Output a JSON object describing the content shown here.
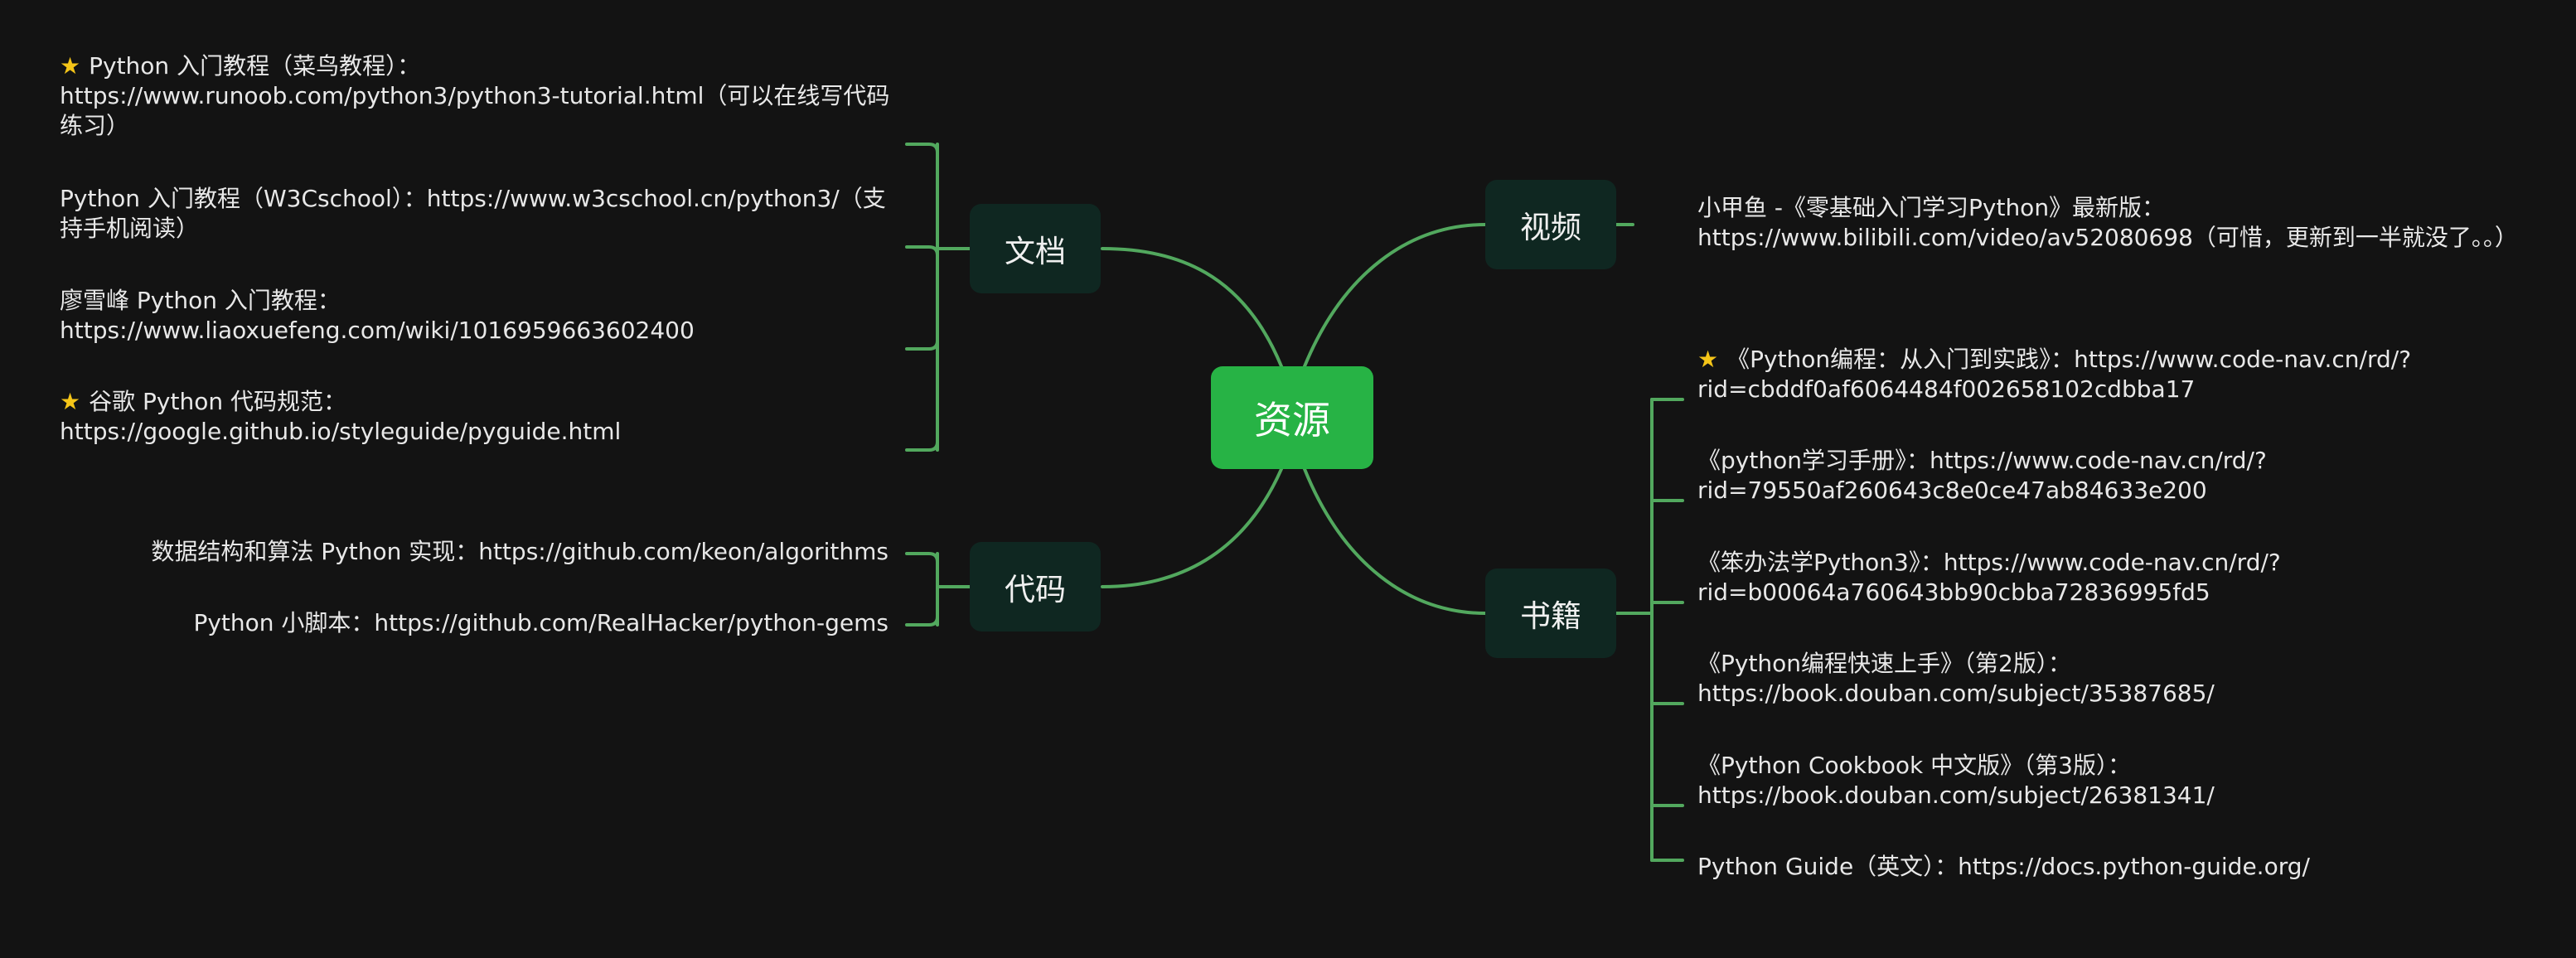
{
  "colors": {
    "background": "#131313",
    "root": "#27b345",
    "branch": "#0f2721",
    "line": "#52a85e",
    "star": "#f5c518"
  },
  "root": {
    "label": "资源"
  },
  "branches": {
    "docs": {
      "label": "文档",
      "items": [
        {
          "starred": true,
          "lines": [
            "Python 入门教程（菜鸟教程）：",
            "https://www.runoob.com/python3/python3-tutorial.html（可以在线写代码",
            "练习）"
          ]
        },
        {
          "starred": false,
          "lines": [
            "Python 入门教程（W3Cschool）：https://www.w3cschool.cn/python3/（支",
            "持手机阅读）"
          ]
        },
        {
          "starred": false,
          "lines": [
            "廖雪峰 Python 入门教程：",
            "https://www.liaoxuefeng.com/wiki/1016959663602400"
          ]
        },
        {
          "starred": true,
          "lines": [
            "谷歌 Python 代码规范：",
            "https://google.github.io/styleguide/pyguide.html"
          ]
        }
      ]
    },
    "code": {
      "label": "代码",
      "items": [
        {
          "starred": false,
          "lines": [
            "数据结构和算法 Python 实现：https://github.com/keon/algorithms"
          ]
        },
        {
          "starred": false,
          "lines": [
            "Python 小脚本：https://github.com/RealHacker/python-gems"
          ]
        }
      ]
    },
    "video": {
      "label": "视频",
      "items": [
        {
          "starred": false,
          "lines": [
            "小甲鱼 -《零基础入门学习Python》最新版：",
            "https://www.bilibili.com/video/av52080698（可惜，更新到一半就没了。。）"
          ]
        }
      ]
    },
    "books": {
      "label": "书籍",
      "items": [
        {
          "starred": true,
          "lines": [
            "《Python编程：从入门到实践》：https://www.code-nav.cn/rd/?",
            "rid=cbddf0af6064484f002658102cdbba17"
          ]
        },
        {
          "starred": false,
          "lines": [
            "《python学习手册》：https://www.code-nav.cn/rd/?",
            "rid=79550af260643c8e0ce47ab84633e200"
          ]
        },
        {
          "starred": false,
          "lines": [
            "《笨办法学Python3》：https://www.code-nav.cn/rd/?",
            "rid=b00064a760643bb90cbba72836995fd5"
          ]
        },
        {
          "starred": false,
          "lines": [
            "《Python编程快速上手》（第2版）：",
            "https://book.douban.com/subject/35387685/"
          ]
        },
        {
          "starred": false,
          "lines": [
            "《Python Cookbook 中文版》（第3版）：",
            "https://book.douban.com/subject/26381341/"
          ]
        },
        {
          "starred": false,
          "lines": [
            "Python Guide（英文）：https://docs.python-guide.org/"
          ]
        }
      ]
    }
  }
}
